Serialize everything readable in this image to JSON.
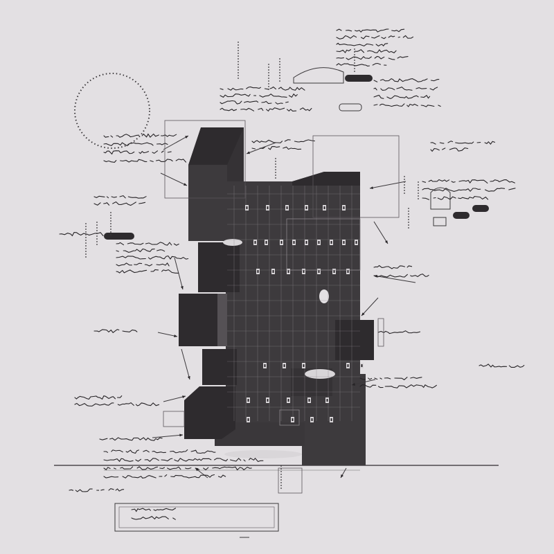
{
  "drawing": {
    "palette": {
      "background": "#e3e0e3",
      "ink": "#262326",
      "mass": "#3d3a3d",
      "mass_dark": "#2e2b2e",
      "grid": "#8c878c",
      "line": "#3a373a",
      "light": "#d9d6d9"
    },
    "annotations": [
      {
        "id": "top-right-cluster",
        "lines": 6
      },
      {
        "id": "top-center-cluster",
        "lines": 5
      },
      {
        "id": "upper-right-label",
        "lines": 2
      },
      {
        "id": "right-cluster",
        "lines": 3
      },
      {
        "id": "left-mid-cluster",
        "lines": 4
      },
      {
        "id": "left-lower-cluster",
        "lines": 3
      },
      {
        "id": "right-lower-cluster",
        "lines": 4
      },
      {
        "id": "far-right-label",
        "lines": 1
      },
      {
        "id": "bottom-left-cluster",
        "lines": 6
      },
      {
        "id": "legend-box",
        "lines": 2
      }
    ]
  }
}
